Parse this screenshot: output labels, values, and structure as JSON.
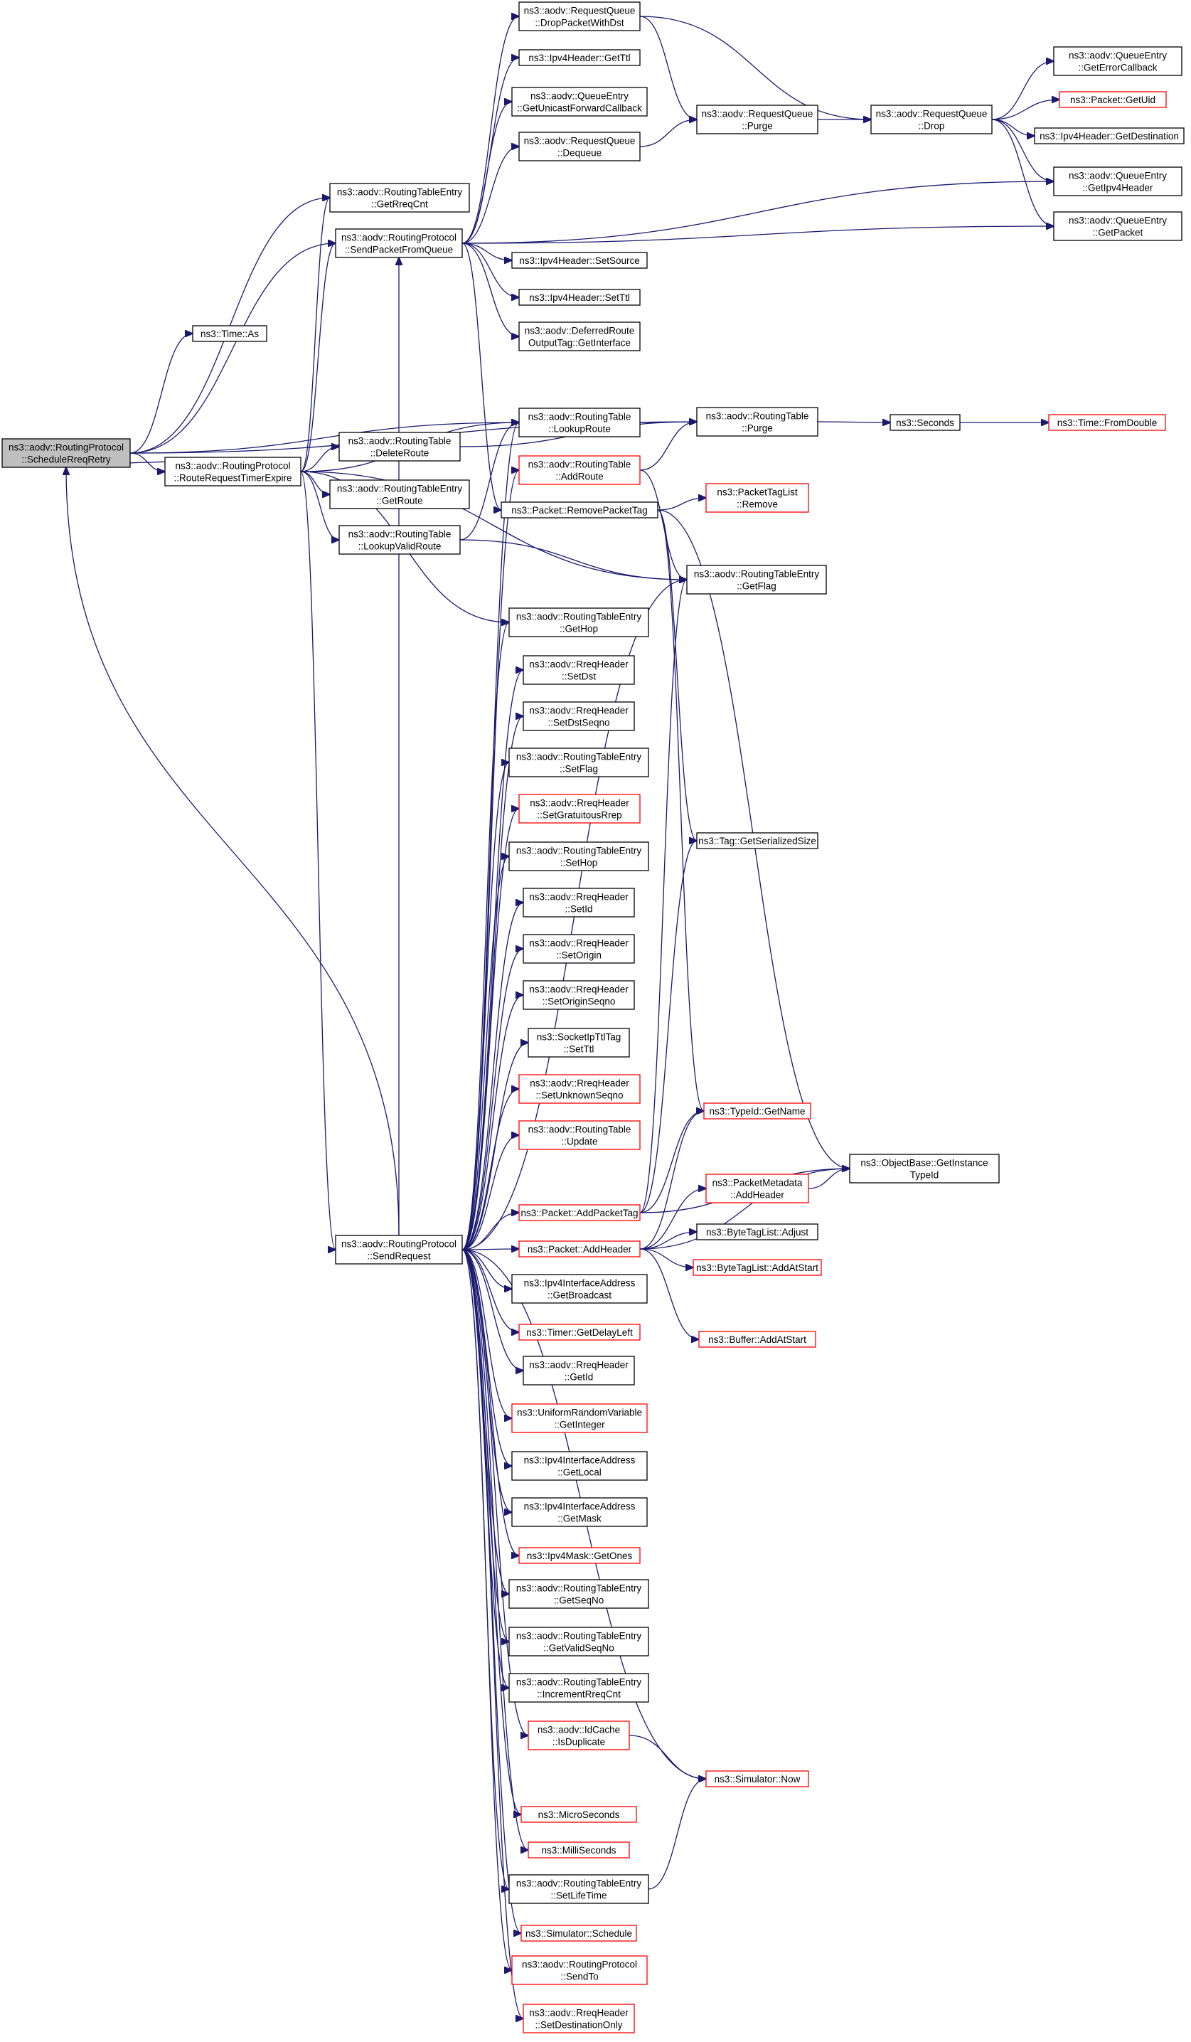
{
  "title": "Call graph of ns3::aodv::RoutingProtocol::ScheduleRreqRetry",
  "colors": {
    "edge": "#191970",
    "node_border": "#000000",
    "node_border_truncated": "#ff0000",
    "root_fill": "#bfbfbf",
    "node_fill": "#ffffff"
  },
  "nodes": [
    {
      "id": "root",
      "lines": [
        "ns3::aodv::RoutingProtocol",
        "::ScheduleRreqRetry"
      ],
      "kind": "root"
    },
    {
      "id": "timeAs",
      "lines": [
        "ns3::Time::As"
      ],
      "kind": "normal"
    },
    {
      "id": "rreqTimer",
      "lines": [
        "ns3::aodv::RoutingProtocol",
        "::RouteRequestTimerExpire"
      ],
      "kind": "normal"
    },
    {
      "id": "getRreqCnt",
      "lines": [
        "ns3::aodv::RoutingTableEntry",
        "::GetRreqCnt"
      ],
      "kind": "normal"
    },
    {
      "id": "sendPktQ",
      "lines": [
        "ns3::aodv::RoutingProtocol",
        "::SendPacketFromQueue"
      ],
      "kind": "normal"
    },
    {
      "id": "deleteRoute",
      "lines": [
        "ns3::aodv::RoutingTable",
        "::DeleteRoute"
      ],
      "kind": "normal"
    },
    {
      "id": "getRoute",
      "lines": [
        "ns3::aodv::RoutingTableEntry",
        "::GetRoute"
      ],
      "kind": "normal"
    },
    {
      "id": "lookupValid",
      "lines": [
        "ns3::aodv::RoutingTable",
        "::LookupValidRoute"
      ],
      "kind": "normal"
    },
    {
      "id": "sendRequest",
      "lines": [
        "ns3::aodv::RoutingProtocol",
        "::SendRequest"
      ],
      "kind": "normal"
    },
    {
      "id": "dropPktDst",
      "lines": [
        "ns3::aodv::RequestQueue",
        "::DropPacketWithDst"
      ],
      "kind": "normal"
    },
    {
      "id": "getTtl",
      "lines": [
        "ns3::Ipv4Header::GetTtl"
      ],
      "kind": "normal"
    },
    {
      "id": "getUcastCb",
      "lines": [
        "ns3::aodv::QueueEntry",
        "::GetUnicastForwardCallback"
      ],
      "kind": "normal"
    },
    {
      "id": "dequeue",
      "lines": [
        "ns3::aodv::RequestQueue",
        "::Dequeue"
      ],
      "kind": "normal"
    },
    {
      "id": "setSource",
      "lines": [
        "ns3::Ipv4Header::SetSource"
      ],
      "kind": "normal"
    },
    {
      "id": "setTtlH",
      "lines": [
        "ns3::Ipv4Header::SetTtl"
      ],
      "kind": "normal"
    },
    {
      "id": "deferredGetIf",
      "lines": [
        "ns3::aodv::DeferredRoute",
        "OutputTag::GetInterface"
      ],
      "kind": "normal"
    },
    {
      "id": "lookupRoute",
      "lines": [
        "ns3::aodv::RoutingTable",
        "::LookupRoute"
      ],
      "kind": "normal"
    },
    {
      "id": "addRoute",
      "lines": [
        "ns3::aodv::RoutingTable",
        "::AddRoute"
      ],
      "kind": "truncated"
    },
    {
      "id": "removePktTag",
      "lines": [
        "ns3::Packet::RemovePacketTag"
      ],
      "kind": "normal"
    },
    {
      "id": "getHop",
      "lines": [
        "ns3::aodv::RoutingTableEntry",
        "::GetHop"
      ],
      "kind": "normal"
    },
    {
      "id": "setDst",
      "lines": [
        "ns3::aodv::RreqHeader",
        "::SetDst"
      ],
      "kind": "normal"
    },
    {
      "id": "setDstSeqno",
      "lines": [
        "ns3::aodv::RreqHeader",
        "::SetDstSeqno"
      ],
      "kind": "normal"
    },
    {
      "id": "setFlag",
      "lines": [
        "ns3::aodv::RoutingTableEntry",
        "::SetFlag"
      ],
      "kind": "normal"
    },
    {
      "id": "setGratRrep",
      "lines": [
        "ns3::aodv::RreqHeader",
        "::SetGratuitousRrep"
      ],
      "kind": "truncated"
    },
    {
      "id": "setHop",
      "lines": [
        "ns3::aodv::RoutingTableEntry",
        "::SetHop"
      ],
      "kind": "normal"
    },
    {
      "id": "setId",
      "lines": [
        "ns3::aodv::RreqHeader",
        "::SetId"
      ],
      "kind": "normal"
    },
    {
      "id": "setOrigin",
      "lines": [
        "ns3::aodv::RreqHeader",
        "::SetOrigin"
      ],
      "kind": "normal"
    },
    {
      "id": "setOrigSeqno",
      "lines": [
        "ns3::aodv::RreqHeader",
        "::SetOriginSeqno"
      ],
      "kind": "normal"
    },
    {
      "id": "sockSetTtl",
      "lines": [
        "ns3::SocketIpTtlTag",
        "::SetTtl"
      ],
      "kind": "normal"
    },
    {
      "id": "setUnkSeqno",
      "lines": [
        "ns3::aodv::RreqHeader",
        "::SetUnknownSeqno"
      ],
      "kind": "truncated"
    },
    {
      "id": "rtUpdate",
      "lines": [
        "ns3::aodv::RoutingTable",
        "::Update"
      ],
      "kind": "truncated"
    },
    {
      "id": "addPktTag",
      "lines": [
        "ns3::Packet::AddPacketTag"
      ],
      "kind": "truncated"
    },
    {
      "id": "addHeader",
      "lines": [
        "ns3::Packet::AddHeader"
      ],
      "kind": "truncated"
    },
    {
      "id": "getBroadcast",
      "lines": [
        "ns3::Ipv4InterfaceAddress",
        "::GetBroadcast"
      ],
      "kind": "normal"
    },
    {
      "id": "getDelayLeft",
      "lines": [
        "ns3::Timer::GetDelayLeft"
      ],
      "kind": "truncated"
    },
    {
      "id": "rreqGetId",
      "lines": [
        "ns3::aodv::RreqHeader",
        "::GetId"
      ],
      "kind": "normal"
    },
    {
      "id": "getInteger",
      "lines": [
        "ns3::UniformRandomVariable",
        "::GetInteger"
      ],
      "kind": "truncated"
    },
    {
      "id": "getLocal",
      "lines": [
        "ns3::Ipv4InterfaceAddress",
        "::GetLocal"
      ],
      "kind": "normal"
    },
    {
      "id": "getMask",
      "lines": [
        "ns3::Ipv4InterfaceAddress",
        "::GetMask"
      ],
      "kind": "normal"
    },
    {
      "id": "getOnes",
      "lines": [
        "ns3::Ipv4Mask::GetOnes"
      ],
      "kind": "truncated"
    },
    {
      "id": "getSeqNo",
      "lines": [
        "ns3::aodv::RoutingTableEntry",
        "::GetSeqNo"
      ],
      "kind": "normal"
    },
    {
      "id": "getValidSeqNo",
      "lines": [
        "ns3::aodv::RoutingTableEntry",
        "::GetValidSeqNo"
      ],
      "kind": "normal"
    },
    {
      "id": "incRreqCnt",
      "lines": [
        "ns3::aodv::RoutingTableEntry",
        "::IncrementRreqCnt"
      ],
      "kind": "normal"
    },
    {
      "id": "isDuplicate",
      "lines": [
        "ns3::aodv::IdCache",
        "::IsDuplicate"
      ],
      "kind": "truncated"
    },
    {
      "id": "microSec",
      "lines": [
        "ns3::MicroSeconds"
      ],
      "kind": "truncated"
    },
    {
      "id": "milliSec",
      "lines": [
        "ns3::MilliSeconds"
      ],
      "kind": "truncated"
    },
    {
      "id": "setLifeTime",
      "lines": [
        "ns3::aodv::RoutingTableEntry",
        "::SetLifeTime"
      ],
      "kind": "normal"
    },
    {
      "id": "schedule",
      "lines": [
        "ns3::Simulator::Schedule"
      ],
      "kind": "truncated"
    },
    {
      "id": "sendTo",
      "lines": [
        "ns3::aodv::RoutingProtocol",
        "::SendTo"
      ],
      "kind": "truncated"
    },
    {
      "id": "setDestOnly",
      "lines": [
        "ns3::aodv::RreqHeader",
        "::SetDestinationOnly"
      ],
      "kind": "truncated"
    },
    {
      "id": "rqPurge",
      "lines": [
        "ns3::aodv::RequestQueue",
        "::Purge"
      ],
      "kind": "normal"
    },
    {
      "id": "rtPurge",
      "lines": [
        "ns3::aodv::RoutingTable",
        "::Purge"
      ],
      "kind": "normal"
    },
    {
      "id": "getFlag",
      "lines": [
        "ns3::aodv::RoutingTableEntry",
        "::GetFlag"
      ],
      "kind": "normal"
    },
    {
      "id": "tagListRemove",
      "lines": [
        "ns3::PacketTagList",
        "::Remove"
      ],
      "kind": "truncated"
    },
    {
      "id": "tagGetSerSize",
      "lines": [
        "ns3::Tag::GetSerializedSize"
      ],
      "kind": "normal"
    },
    {
      "id": "typeIdGetName",
      "lines": [
        "ns3::TypeId::GetName"
      ],
      "kind": "truncated"
    },
    {
      "id": "pmAddHeader",
      "lines": [
        "ns3::PacketMetadata",
        "::AddHeader"
      ],
      "kind": "truncated"
    },
    {
      "id": "btlAdjust",
      "lines": [
        "ns3::ByteTagList::Adjust"
      ],
      "kind": "normal"
    },
    {
      "id": "btlAddAtStart",
      "lines": [
        "ns3::ByteTagList::AddAtStart"
      ],
      "kind": "truncated"
    },
    {
      "id": "bufAddAtStart",
      "lines": [
        "ns3::Buffer::AddAtStart"
      ],
      "kind": "truncated"
    },
    {
      "id": "simNow",
      "lines": [
        "ns3::Simulator::Now"
      ],
      "kind": "truncated"
    },
    {
      "id": "rqDrop",
      "lines": [
        "ns3::aodv::RequestQueue",
        "::Drop"
      ],
      "kind": "normal"
    },
    {
      "id": "seconds",
      "lines": [
        "ns3::Seconds"
      ],
      "kind": "normal"
    },
    {
      "id": "objGetInstTid",
      "lines": [
        "ns3::ObjectBase::GetInstance",
        "TypeId"
      ],
      "kind": "normal"
    },
    {
      "id": "getErrCb",
      "lines": [
        "ns3::aodv::QueueEntry",
        "::GetErrorCallback"
      ],
      "kind": "normal"
    },
    {
      "id": "pktGetUid",
      "lines": [
        "ns3::Packet::GetUid"
      ],
      "kind": "truncated"
    },
    {
      "id": "ipv4GetDest",
      "lines": [
        "ns3::Ipv4Header::GetDestination"
      ],
      "kind": "normal"
    },
    {
      "id": "getIpv4Hdr",
      "lines": [
        "ns3::aodv::QueueEntry",
        "::GetIpv4Header"
      ],
      "kind": "normal"
    },
    {
      "id": "getPacket",
      "lines": [
        "ns3::aodv::QueueEntry",
        "::GetPacket"
      ],
      "kind": "normal"
    },
    {
      "id": "timeFromDouble",
      "lines": [
        "ns3::Time::FromDouble"
      ],
      "kind": "truncated"
    }
  ],
  "edges": [
    [
      "root",
      "timeAs"
    ],
    [
      "root",
      "rreqTimer"
    ],
    [
      "root",
      "getRreqCnt"
    ],
    [
      "root",
      "sendPktQ"
    ],
    [
      "root",
      "lookupRoute"
    ],
    [
      "root",
      "rtPurge"
    ],
    [
      "rreqTimer",
      "root"
    ],
    [
      "rreqTimer",
      "getRreqCnt"
    ],
    [
      "rreqTimer",
      "sendPktQ"
    ],
    [
      "rreqTimer",
      "deleteRoute"
    ],
    [
      "rreqTimer",
      "getRoute"
    ],
    [
      "rreqTimer",
      "lookupValid"
    ],
    [
      "rreqTimer",
      "sendRequest"
    ],
    [
      "rreqTimer",
      "getHop"
    ],
    [
      "rreqTimer",
      "getFlag"
    ],
    [
      "rreqTimer",
      "lookupRoute"
    ],
    [
      "sendPktQ",
      "dropPktDst"
    ],
    [
      "sendPktQ",
      "getTtl"
    ],
    [
      "sendPktQ",
      "getUcastCb"
    ],
    [
      "sendPktQ",
      "dequeue"
    ],
    [
      "sendPktQ",
      "getIpv4Hdr"
    ],
    [
      "sendPktQ",
      "getPacket"
    ],
    [
      "sendPktQ",
      "setSource"
    ],
    [
      "sendPktQ",
      "setTtlH"
    ],
    [
      "sendPktQ",
      "deferredGetIf"
    ],
    [
      "sendPktQ",
      "removePktTag"
    ],
    [
      "deleteRoute",
      "rtPurge"
    ],
    [
      "lookupValid",
      "lookupRoute"
    ],
    [
      "lookupValid",
      "getFlag"
    ],
    [
      "lookupRoute",
      "rtPurge"
    ],
    [
      "addRoute",
      "rtPurge"
    ],
    [
      "addRoute",
      "getFlag"
    ],
    [
      "removePktTag",
      "tagListRemove"
    ],
    [
      "removePktTag",
      "tagGetSerSize"
    ],
    [
      "removePktTag",
      "typeIdGetName"
    ],
    [
      "removePktTag",
      "objGetInstTid"
    ],
    [
      "dropPktDst",
      "rqPurge"
    ],
    [
      "dropPktDst",
      "rqDrop"
    ],
    [
      "dequeue",
      "rqPurge"
    ],
    [
      "rqPurge",
      "rqDrop"
    ],
    [
      "rqDrop",
      "getErrCb"
    ],
    [
      "rqDrop",
      "pktGetUid"
    ],
    [
      "rqDrop",
      "ipv4GetDest"
    ],
    [
      "rqDrop",
      "getIpv4Hdr"
    ],
    [
      "rqDrop",
      "getPacket"
    ],
    [
      "rtPurge",
      "seconds"
    ],
    [
      "seconds",
      "timeFromDouble"
    ],
    [
      "sendRequest",
      "root"
    ],
    [
      "sendRequest",
      "sendPktQ"
    ],
    [
      "sendRequest",
      "lookupRoute"
    ],
    [
      "sendRequest",
      "addRoute"
    ],
    [
      "sendRequest",
      "getHop"
    ],
    [
      "sendRequest",
      "setDst"
    ],
    [
      "sendRequest",
      "setDstSeqno"
    ],
    [
      "sendRequest",
      "setFlag"
    ],
    [
      "sendRequest",
      "setGratRrep"
    ],
    [
      "sendRequest",
      "setHop"
    ],
    [
      "sendRequest",
      "setId"
    ],
    [
      "sendRequest",
      "setOrigin"
    ],
    [
      "sendRequest",
      "setOrigSeqno"
    ],
    [
      "sendRequest",
      "sockSetTtl"
    ],
    [
      "sendRequest",
      "setUnkSeqno"
    ],
    [
      "sendRequest",
      "rtUpdate"
    ],
    [
      "sendRequest",
      "addPktTag"
    ],
    [
      "sendRequest",
      "addHeader"
    ],
    [
      "sendRequest",
      "getBroadcast"
    ],
    [
      "sendRequest",
      "getDelayLeft"
    ],
    [
      "sendRequest",
      "rreqGetId"
    ],
    [
      "sendRequest",
      "getInteger"
    ],
    [
      "sendRequest",
      "getLocal"
    ],
    [
      "sendRequest",
      "getMask"
    ],
    [
      "sendRequest",
      "getOnes"
    ],
    [
      "sendRequest",
      "getSeqNo"
    ],
    [
      "sendRequest",
      "getValidSeqNo"
    ],
    [
      "sendRequest",
      "incRreqCnt"
    ],
    [
      "sendRequest",
      "isDuplicate"
    ],
    [
      "sendRequest",
      "simNow"
    ],
    [
      "sendRequest",
      "microSec"
    ],
    [
      "sendRequest",
      "milliSec"
    ],
    [
      "sendRequest",
      "setLifeTime"
    ],
    [
      "sendRequest",
      "schedule"
    ],
    [
      "sendRequest",
      "sendTo"
    ],
    [
      "sendRequest",
      "setDestOnly"
    ],
    [
      "sendRequest",
      "getFlag"
    ],
    [
      "addPktTag",
      "getFlag"
    ],
    [
      "addPktTag",
      "tagGetSerSize"
    ],
    [
      "addPktTag",
      "typeIdGetName"
    ],
    [
      "addPktTag",
      "objGetInstTid"
    ],
    [
      "addHeader",
      "typeIdGetName"
    ],
    [
      "addHeader",
      "pmAddHeader"
    ],
    [
      "addHeader",
      "btlAdjust"
    ],
    [
      "addHeader",
      "btlAddAtStart"
    ],
    [
      "addHeader",
      "bufAddAtStart"
    ],
    [
      "addHeader",
      "objGetInstTid"
    ],
    [
      "pmAddHeader",
      "objGetInstTid"
    ],
    [
      "isDuplicate",
      "simNow"
    ],
    [
      "setLifeTime",
      "simNow"
    ]
  ]
}
